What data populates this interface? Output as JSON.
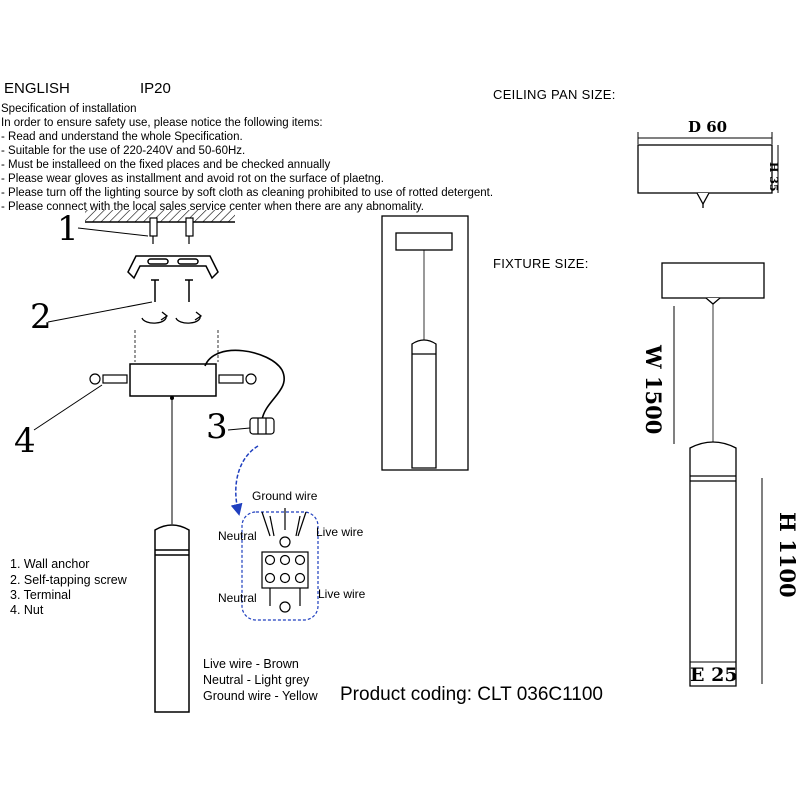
{
  "header": {
    "language": "ENGLISH",
    "ip_rating": "IP20",
    "ceiling_pan_size": "CEILING PAN  SIZE:",
    "fixture_size": "FIXTURE SIZE:"
  },
  "specification": {
    "title": "Specification of installation",
    "intro": "In order to ensure safety use, please notice the following items:",
    "items": [
      "- Read and understand the whole Specification.",
      "- Suitable for the use of 220-240V and 50-60Hz.",
      "- Must be installeed on the fixed places and be checked annually",
      "- Please wear gloves as installment and avoid rot on the surface of plaetng.",
      "- Please turn off the lighting source by soft cloth as cleaning prohibited to use of rotted detergent.",
      "- Please connect with the local sales service center when there are any abnomality."
    ]
  },
  "callouts": [
    "1",
    "2",
    "3",
    "4"
  ],
  "parts_legend": [
    "1. Wall anchor",
    "2. Self-tapping screw",
    "3. Terminal",
    "4. Nut"
  ],
  "wiring": {
    "ground": "Ground wire",
    "neutral_top": "Neutral",
    "live_top": "Live wire",
    "neutral_bottom": "Neutral",
    "live_bottom": "Live wire"
  },
  "wire_colors": [
    "Live wire - Brown",
    "Neutral - Light grey",
    "Ground wire - Yellow"
  ],
  "product_coding": "Product coding: CLT 036C1100",
  "dimensions": {
    "ceiling_d": "D 60",
    "ceiling_h": "H 35",
    "cable_w": "W 1500",
    "tube_h": "H 1100",
    "tube_e": "E 25"
  },
  "colors": {
    "line": "#000000",
    "wiring_highlight": "#1f3fbf"
  }
}
